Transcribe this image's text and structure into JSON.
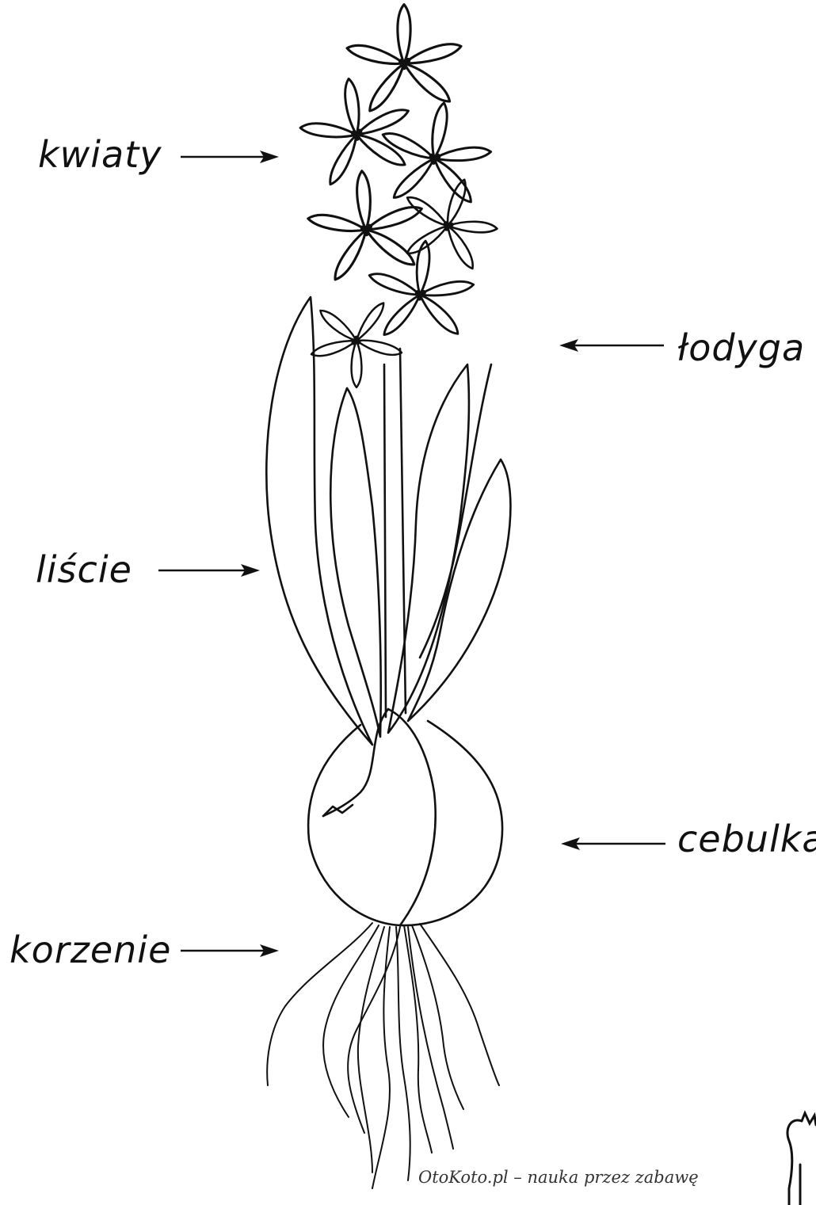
{
  "labels": {
    "flowers": "kwiaty",
    "stem": "łodyga",
    "leaves": "liście",
    "bulb": "cebulka",
    "roots": "korzenie"
  },
  "footer": "OtoKoto.pl – nauka przez zabawę",
  "colors": {
    "ink": "#111111",
    "background": "#ffffff"
  },
  "icons": {
    "mascot": "cat-icon"
  }
}
